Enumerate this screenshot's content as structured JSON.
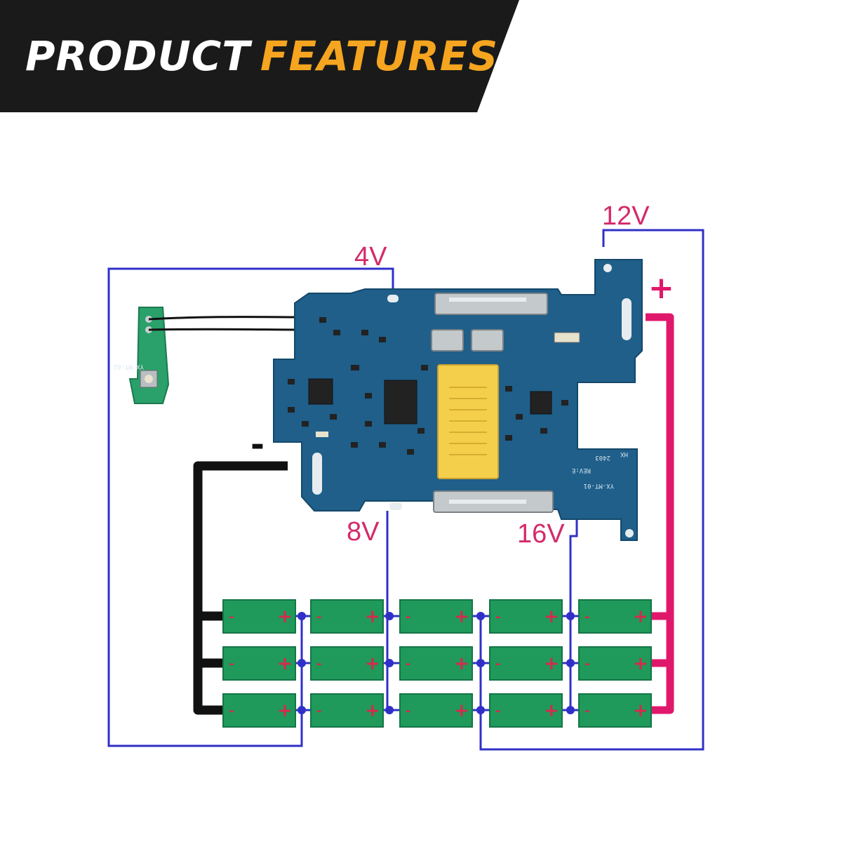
{
  "banner": {
    "word_1": "PRODUCT",
    "word_2": "FEATURES"
  },
  "labels": {
    "v4": "4V",
    "v8": "8V",
    "v12": "12V",
    "v16": "16V",
    "plus": "+",
    "minus": "-"
  },
  "board": {
    "model": "YX-MT-01",
    "rev": "REV:E",
    "code": "2403",
    "hx": "HX",
    "aux_model": "YX-MT-02"
  },
  "cells": {
    "rows": 3,
    "cols": 5,
    "pos": "+",
    "neg": "-"
  },
  "colors": {
    "banner_bg": "#1a1a1a",
    "banner_accent": "#f5a51f",
    "wire_blue": "#3030c8",
    "wire_pink": "#e0186c",
    "wire_black": "#111111",
    "cell_green": "#1f9a5a",
    "board_blue": "#1f5f8a",
    "connector_yellow": "#f4cf4b"
  }
}
